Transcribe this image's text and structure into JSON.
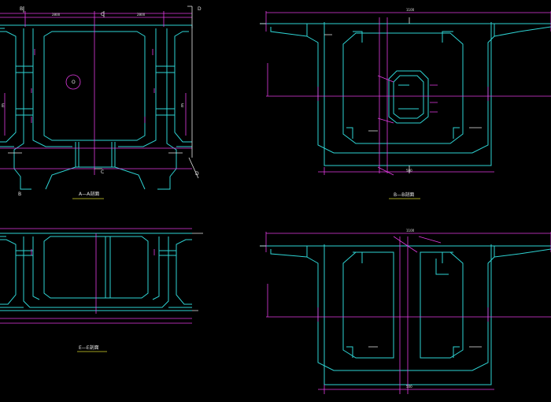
{
  "drawing": {
    "colors": {
      "background": "#000000",
      "outline": "#2ed3d3",
      "dimension": "#e23be2",
      "text": "#e8e8e8",
      "note": "#d7d72a"
    }
  },
  "views": {
    "aa": {
      "title": "A—A剖面",
      "marker_b_top": "B",
      "marker_b_bottom": "B",
      "marker_c_top": "C",
      "marker_c_bottom": "C",
      "marker_d_top": "D",
      "marker_d_bottom": "D",
      "marker_e_left": "E",
      "marker_e_right": "E",
      "dim_top_left": "2800",
      "dim_top_right": "2800",
      "hole_label": "O"
    },
    "bb": {
      "title": "B—B剖面",
      "dim_total": "1100",
      "dim_mid": "500"
    },
    "ee": {
      "title": "E—E剖面"
    },
    "dd": {
      "title": "D—D剖面",
      "dim_total": "1100",
      "dim_mid": "500"
    }
  }
}
